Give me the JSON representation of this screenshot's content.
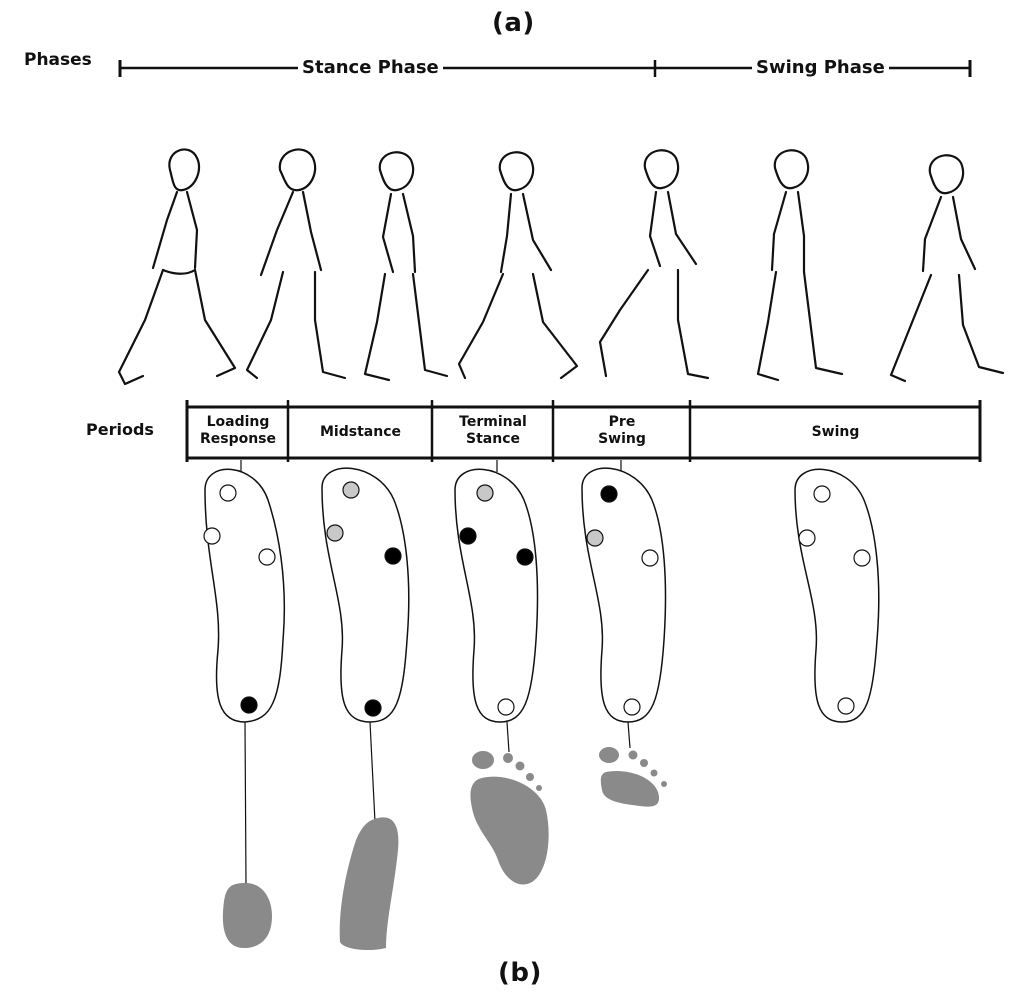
{
  "figure": {
    "label_top": "(a)",
    "label_bottom": "(b)"
  },
  "phases": {
    "label": "Phases",
    "stance": "Stance Phase",
    "swing": "Swing Phase"
  },
  "periods": {
    "label": "Periods",
    "items": [
      {
        "line1": "Loading",
        "line2": "Response"
      },
      {
        "line1": "Midstance",
        "line2": ""
      },
      {
        "line1": "Terminal",
        "line2": "Stance"
      },
      {
        "line1": "Pre",
        "line2": "Swing"
      },
      {
        "line1": "Swing",
        "line2": ""
      }
    ]
  },
  "sensor_states": {
    "colors": {
      "inactive": "#ffffff",
      "partial": "#c8c8c8",
      "active": "#000000",
      "footprint": "#8a8a8a"
    },
    "insoles": [
      [
        "inactive",
        "inactive",
        "inactive",
        "active"
      ],
      [
        "partial",
        "partial",
        "active",
        "active"
      ],
      [
        "partial",
        "active",
        "active",
        "inactive"
      ],
      [
        "active",
        "partial",
        "inactive",
        "inactive"
      ],
      [
        "inactive",
        "inactive",
        "inactive",
        "inactive"
      ]
    ]
  }
}
